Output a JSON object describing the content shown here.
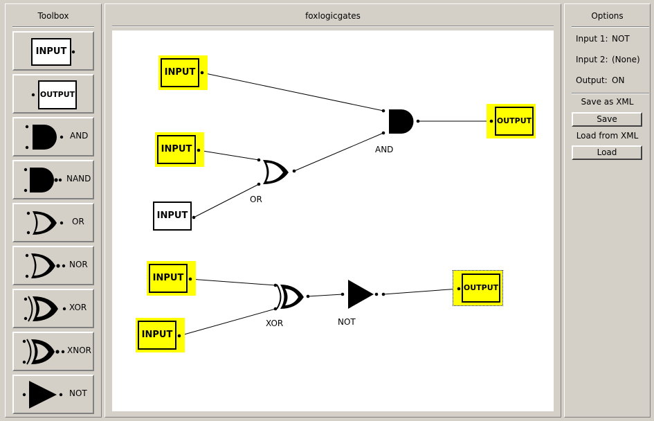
{
  "toolbox": {
    "title": "Toolbox",
    "items": [
      {
        "id": "input",
        "label": "INPUT"
      },
      {
        "id": "output",
        "label": "OUTPUT"
      },
      {
        "id": "and",
        "label": "AND"
      },
      {
        "id": "nand",
        "label": "NAND"
      },
      {
        "id": "or",
        "label": "OR"
      },
      {
        "id": "nor",
        "label": "NOR"
      },
      {
        "id": "xor",
        "label": "XOR"
      },
      {
        "id": "xnor",
        "label": "XNOR"
      },
      {
        "id": "not",
        "label": "NOT"
      }
    ]
  },
  "canvas": {
    "title": "foxlogicgates",
    "inputs": [
      {
        "label": "INPUT",
        "state": "on"
      },
      {
        "label": "INPUT",
        "state": "on"
      },
      {
        "label": "INPUT",
        "state": "off"
      },
      {
        "label": "INPUT",
        "state": "on"
      },
      {
        "label": "INPUT",
        "state": "on"
      }
    ],
    "outputs": [
      {
        "label": "OUTPUT",
        "state": "on"
      },
      {
        "label": "OUTPUT",
        "state": "on"
      }
    ],
    "gates": [
      {
        "type": "AND",
        "label": "AND"
      },
      {
        "type": "OR",
        "label": "OR"
      },
      {
        "type": "XOR",
        "label": "XOR"
      },
      {
        "type": "NOT",
        "label": "NOT"
      }
    ]
  },
  "options": {
    "title": "Options",
    "input1_label": "Input 1:",
    "input1_value": "NOT",
    "input2_label": "Input 2:",
    "input2_value": "(None)",
    "output_label": "Output:",
    "output_value": "ON",
    "save_heading": "Save as XML",
    "save_button": "Save",
    "load_heading": "Load from XML",
    "load_button": "Load"
  },
  "colors": {
    "active": "#ffff00",
    "background": "#d4d0c8",
    "canvas": "#ffffff"
  }
}
